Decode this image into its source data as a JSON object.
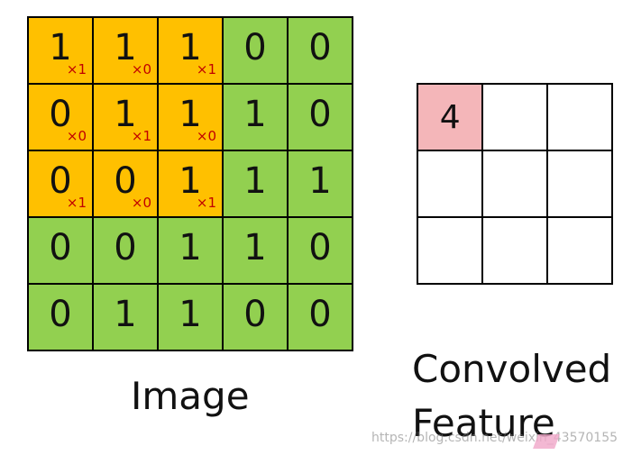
{
  "image_grid": [
    [
      {
        "v": "1",
        "w": "×1",
        "h": true
      },
      {
        "v": "1",
        "w": "×0",
        "h": true
      },
      {
        "v": "1",
        "w": "×1",
        "h": true
      },
      {
        "v": "0",
        "w": "",
        "h": false
      },
      {
        "v": "0",
        "w": "",
        "h": false
      }
    ],
    [
      {
        "v": "0",
        "w": "×0",
        "h": true
      },
      {
        "v": "1",
        "w": "×1",
        "h": true
      },
      {
        "v": "1",
        "w": "×0",
        "h": true
      },
      {
        "v": "1",
        "w": "",
        "h": false
      },
      {
        "v": "0",
        "w": "",
        "h": false
      }
    ],
    [
      {
        "v": "0",
        "w": "×1",
        "h": true
      },
      {
        "v": "0",
        "w": "×0",
        "h": true
      },
      {
        "v": "1",
        "w": "×1",
        "h": true
      },
      {
        "v": "1",
        "w": "",
        "h": false
      },
      {
        "v": "1",
        "w": "",
        "h": false
      }
    ],
    [
      {
        "v": "0",
        "w": "",
        "h": false
      },
      {
        "v": "0",
        "w": "",
        "h": false
      },
      {
        "v": "1",
        "w": "",
        "h": false
      },
      {
        "v": "1",
        "w": "",
        "h": false
      },
      {
        "v": "0",
        "w": "",
        "h": false
      }
    ],
    [
      {
        "v": "0",
        "w": "",
        "h": false
      },
      {
        "v": "1",
        "w": "",
        "h": false
      },
      {
        "v": "1",
        "w": "",
        "h": false
      },
      {
        "v": "0",
        "w": "",
        "h": false
      },
      {
        "v": "0",
        "w": "",
        "h": false
      }
    ]
  ],
  "feature_grid": [
    [
      "4",
      "",
      ""
    ],
    [
      "",
      "",
      ""
    ],
    [
      "",
      "",
      ""
    ]
  ],
  "labels": {
    "image": "Image",
    "feature": "Convolved Feature"
  },
  "watermark": "https://blog.csdn.net/weixin_43570155",
  "colors": {
    "highlight": "#FFC000",
    "image_cell": "#92D050",
    "feature_filled": "#F4B6B9",
    "weight_text": "#C00000"
  }
}
